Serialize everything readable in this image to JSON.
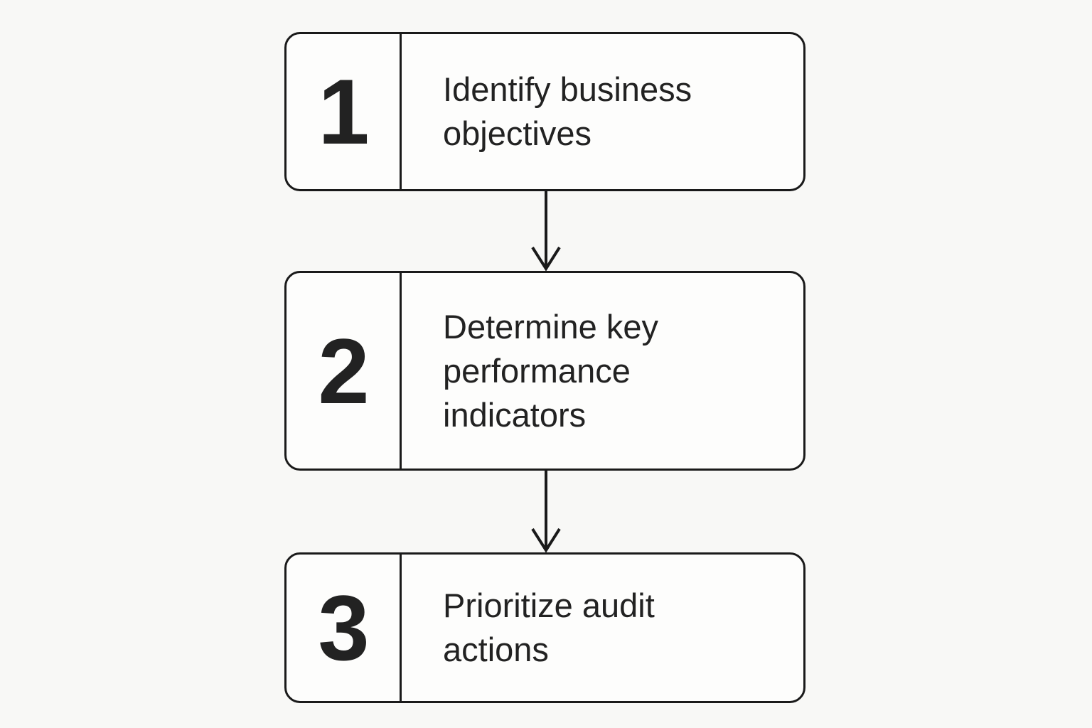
{
  "diagram": {
    "type": "flowchart",
    "direction": "top-down",
    "steps": [
      {
        "number": "1",
        "label": "Identify business objectives"
      },
      {
        "number": "2",
        "label": "Determine key performance indicators"
      },
      {
        "number": "3",
        "label": "Prioritize audit actions"
      }
    ],
    "connectors": [
      {
        "from": "1",
        "to": "2",
        "style": "arrow-down"
      },
      {
        "from": "2",
        "to": "3",
        "style": "arrow-down"
      }
    ],
    "colors": {
      "background": "#f8f8f6",
      "box_fill": "#fdfdfc",
      "line": "#1a1a1a",
      "text": "#222222"
    }
  }
}
